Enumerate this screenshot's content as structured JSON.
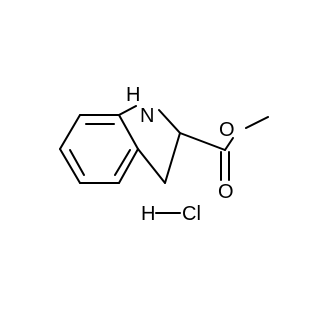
{
  "molecule": {
    "atoms": {
      "nh": "H",
      "n": "N",
      "o_ester": "O",
      "o_carbonyl": "O"
    },
    "salt": {
      "h": "H",
      "cl": "Cl"
    }
  },
  "colors": {
    "bond": "#000000",
    "text": "#000000",
    "background": "#ffffff"
  }
}
